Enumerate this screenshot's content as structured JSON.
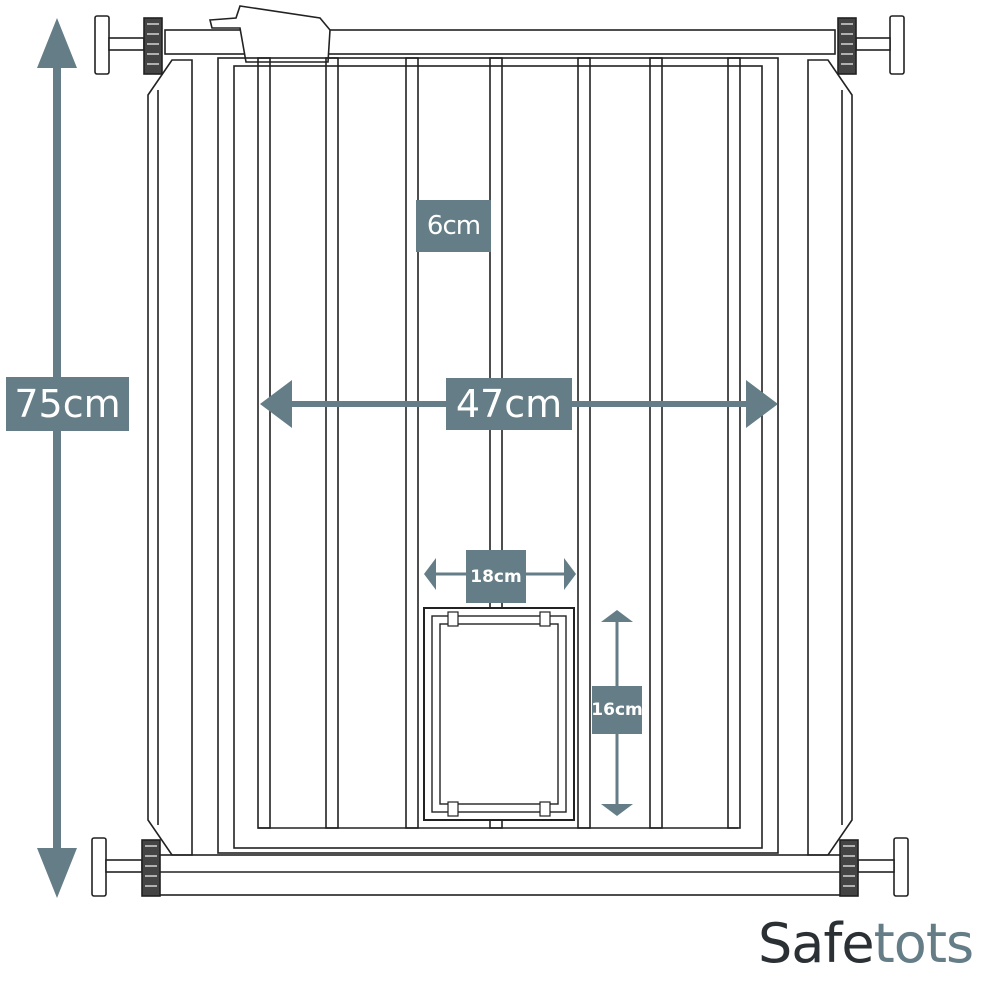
{
  "dimensions": {
    "height": "75cm",
    "width": "47cm",
    "bar_spacing": "6cm",
    "door_width": "18cm",
    "door_height": "16cm"
  },
  "brand": {
    "part1": "Safe",
    "part2": "tots"
  },
  "colors": {
    "annotation": "#647d86",
    "outline": "#222222",
    "brand_dark": "#2a3033"
  }
}
